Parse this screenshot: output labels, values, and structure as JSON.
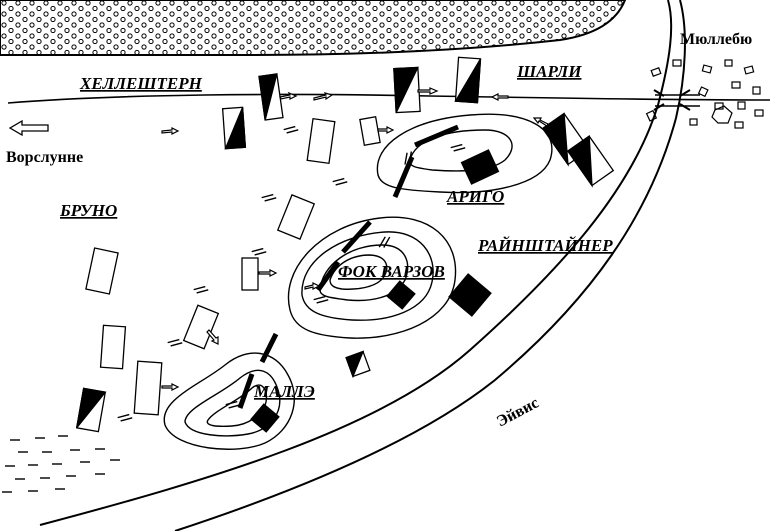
{
  "map": {
    "commanders": {
      "hellshtern": "ХЕЛЛЕШТЕРН",
      "sharli": "ШАРЛИ",
      "bruno": "БРУНО",
      "arigo": "АРИГО",
      "reinshtainer": "РАЙНШТАЙНЕР",
      "fok_varzov": "ФОК ВАРЗОВ",
      "malle": "МАЛЛЭ"
    },
    "places": {
      "myullebyu": "Мюллебю",
      "vorslunne": "Ворслунне",
      "eivis": "Эйвис"
    },
    "colors": {
      "ink": "#000000",
      "paper": "#ffffff"
    }
  }
}
